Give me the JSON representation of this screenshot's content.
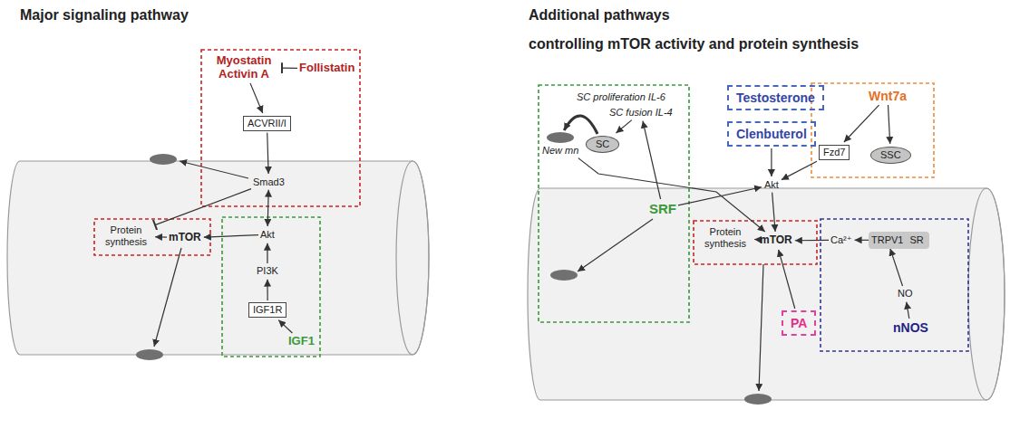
{
  "diagram": {
    "nodes": [
      {
        "text": [
          "Myostatin Activin A"
        ]
      },
      {
        "text": [
          "Follistatin"
        ]
      },
      {
        "text": [
          "ACVRII/I"
        ]
      },
      {
        "text": [
          "Smad3"
        ]
      },
      {
        "text": [
          "Protein synthesis"
        ]
      },
      {
        "text": [
          "mTOR"
        ]
      },
      {
        "text": [
          "Akt"
        ]
      },
      {
        "text": [
          "PI3K"
        ]
      },
      {
        "text": [
          "IGF1R"
        ]
      },
      {
        "text": [
          "IGF1"
        ]
      },
      {
        "text": [
          "New mn"
        ]
      },
      {
        "text": [
          "SC"
        ]
      },
      {
        "text": [
          "SC fusion IL-4"
        ]
      },
      {
        "text": [
          "SRF"
        ]
      },
      {
        "text": [
          "Testosterone"
        ]
      },
      {
        "text": [
          "Clenbuterol"
        ]
      },
      {
        "text": [
          "Wnt7a"
        ]
      },
      {
        "text": [
          "Fzd7"
        ]
      },
      {
        "text": [
          "SSC"
        ]
      },
      {
        "text": [
          "Akt"
        ]
      },
      {
        "text": [
          "Protein synthesis"
        ]
      },
      {
        "text": [
          "mTOR"
        ]
      },
      {
        "text": [
          "Ca²⁺"
        ]
      },
      {
        "text": [
          "SR"
        ]
      },
      {
        "text": [
          "TRPV1"
        ],
        "in": 23
      },
      {
        "text": [
          "NO"
        ]
      },
      {
        "text": [
          "nNOS"
        ]
      },
      {
        "text": [
          "PA"
        ]
      }
    ],
    "edges": [
      {
        "from": 1,
        "to": 0,
        "arrow": "to"
      },
      {
        "from": 0,
        "to": 2,
        "arrow": "to"
      },
      {
        "from": 2,
        "to": 3,
        "arrow": "to"
      },
      {
        "from": 3,
        "to": 6,
        "arrow": "both"
      },
      {
        "from": 7,
        "to": 6,
        "arrow": "to"
      },
      {
        "from": 8,
        "to": 7,
        "arrow": "to"
      },
      {
        "from": 9,
        "to": 8,
        "arrow": "to"
      },
      {
        "from": 6,
        "to": 5,
        "arrow": "to"
      },
      {
        "from": 5,
        "to": 4,
        "arrow": "to"
      },
      {
        "from": 3,
        "to": 4,
        "arrow": "to"
      },
      {
        "from": 13,
        "to": 12,
        "arrow": "to"
      },
      {
        "from": 12,
        "to": 11,
        "arrow": "to"
      },
      {
        "from": 11,
        "to": 10,
        "arrow": "to"
      },
      {
        "from": 10,
        "to": 21,
        "arrow": "to"
      },
      {
        "from": 13,
        "to": 19,
        "arrow": "to"
      },
      {
        "from": 15,
        "to": 19,
        "arrow": "to"
      },
      {
        "from": 16,
        "to": 17,
        "arrow": "to"
      },
      {
        "from": 16,
        "to": 18,
        "arrow": "to"
      },
      {
        "from": 17,
        "to": 19,
        "arrow": "to"
      },
      {
        "from": 19,
        "to": 21,
        "arrow": "to"
      },
      {
        "from": 21,
        "to": 20,
        "arrow": "to"
      },
      {
        "from": 22,
        "to": 21,
        "arrow": "to"
      },
      {
        "from": 24,
        "to": 22,
        "arrow": "to"
      },
      {
        "from": 25,
        "to": 24,
        "arrow": "to"
      },
      {
        "from": 26,
        "to": 25,
        "arrow": "to"
      },
      {
        "from": 27,
        "to": 21,
        "arrow": "to"
      }
    ],
    "labels": [
      "Major signaling pathway",
      "Additional pathways",
      "controlling mTOR activity and protein synthesis",
      "SC proliferation IL-6"
    ]
  }
}
